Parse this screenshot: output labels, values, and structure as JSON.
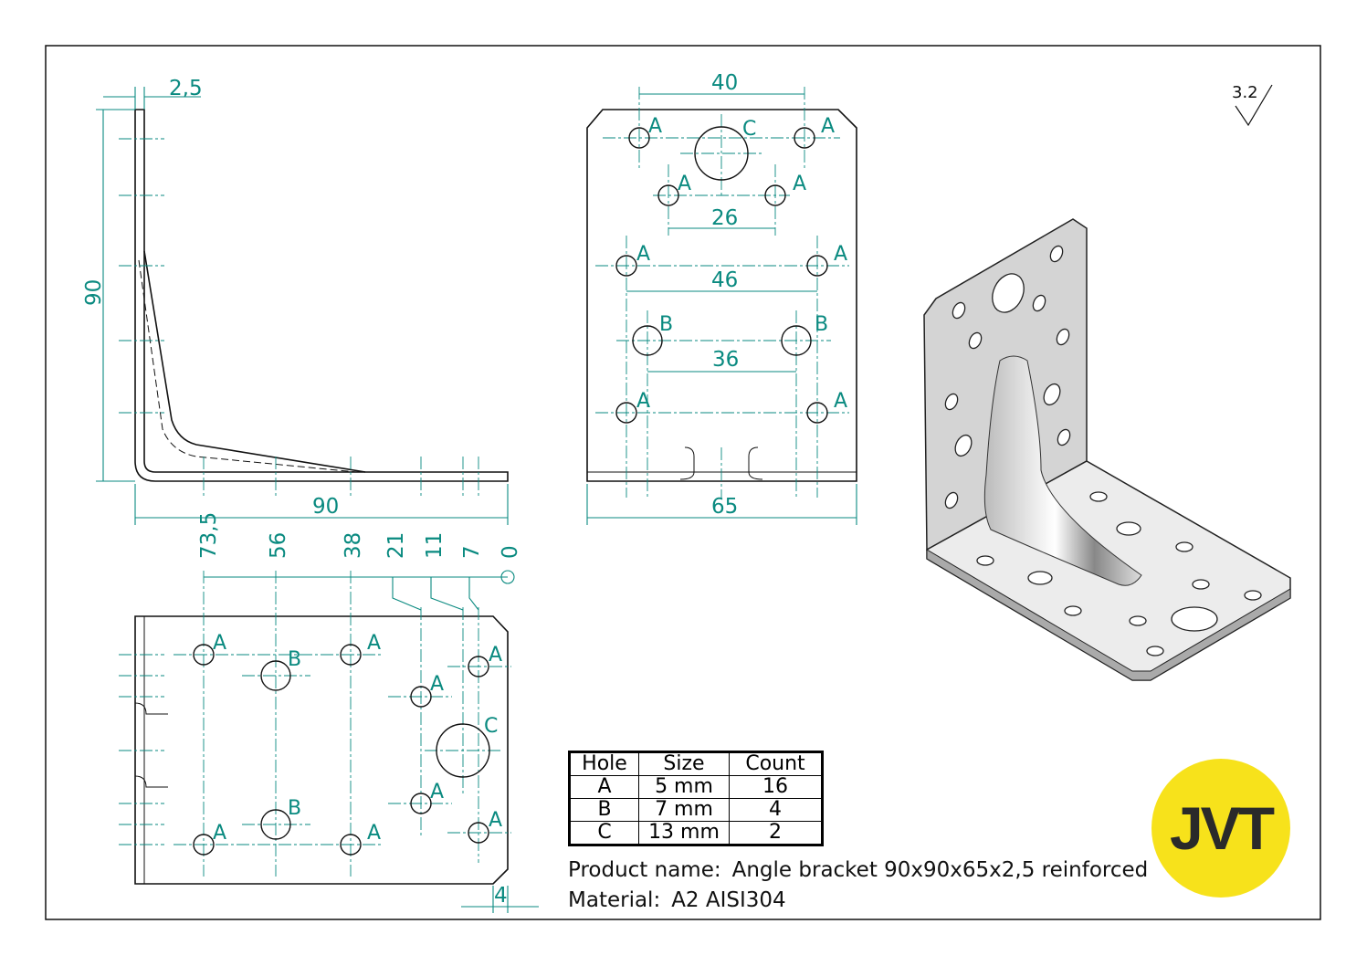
{
  "side_view": {
    "thickness": "2,5",
    "height": "90",
    "width": "90"
  },
  "plan_view": {
    "positions": [
      "73,5",
      "56",
      "38",
      "21",
      "11",
      "7",
      "0"
    ],
    "edge_offset": "4"
  },
  "front_view": {
    "dim_40": "40",
    "dim_26": "26",
    "dim_46": "46",
    "dim_36": "36",
    "dim_65": "65"
  },
  "labels": {
    "A": "A",
    "B": "B",
    "C": "C"
  },
  "roughness": "3.2",
  "hole_table": {
    "headers": [
      "Hole",
      "Size",
      "Count"
    ],
    "rows": [
      [
        "A",
        "5 mm",
        "16"
      ],
      [
        "B",
        "7 mm",
        "4"
      ],
      [
        "C",
        "13 mm",
        "2"
      ]
    ]
  },
  "product": {
    "name_label": "Product name:",
    "name_value": "Angle bracket 90x90x65x2,5 reinforced",
    "material_label": "Material:",
    "material_value": "A2 AISI304"
  },
  "logo": {
    "text": "JVT",
    "color": "#f7e21b"
  },
  "colors": {
    "dimension": "#0a8a80"
  }
}
